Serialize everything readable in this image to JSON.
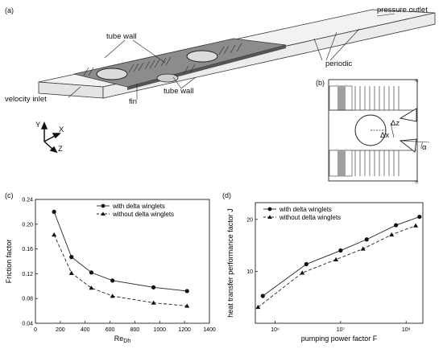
{
  "panels": {
    "a": "(a)",
    "b": "(b)",
    "c": "(c)",
    "d": "(d)"
  },
  "diagram": {
    "pressure_outlet": "pressure outlet",
    "periodic": "periodic",
    "tube_wall_top": "tube wall",
    "tube_wall_bottom": "tube wall",
    "fin": "fin",
    "velocity_inlet": "velocity inlet",
    "axis_y": "Y",
    "axis_x": "X",
    "axis_z": "Z",
    "delta_z": "Δz",
    "delta_x": "Δx",
    "alpha": "α"
  },
  "chart_data": [
    {
      "type": "line",
      "xlabel_main": "Re",
      "xlabel_sub": "Dh",
      "ylabel": "Friction factor",
      "xlim": [
        0,
        1400
      ],
      "ylim": [
        0.04,
        0.24
      ],
      "xticks": [
        0,
        200,
        400,
        600,
        800,
        1000,
        1200,
        1400
      ],
      "yticks": [
        0.04,
        0.08,
        0.12,
        0.16,
        0.2,
        0.24
      ],
      "ytick_labels": [
        "0.04",
        "0.08",
        "0.12",
        "0.16",
        "0.20",
        "0.24"
      ],
      "series": [
        {
          "name": "with delta winglets",
          "marker": "circle",
          "dash": "solid",
          "x": [
            150,
            290,
            450,
            620,
            950,
            1220
          ],
          "y": [
            0.22,
            0.147,
            0.122,
            0.109,
            0.098,
            0.092
          ]
        },
        {
          "name": "without delta winglets",
          "marker": "triangle",
          "dash": "dashed",
          "x": [
            150,
            290,
            450,
            620,
            950,
            1220
          ],
          "y": [
            0.183,
            0.121,
            0.097,
            0.084,
            0.073,
            0.068
          ]
        }
      ]
    },
    {
      "type": "line",
      "xscale": "log",
      "xlabel": "pumping power factor F",
      "ylabel": "heat transfer performance factor J",
      "yscale": "log",
      "xlim": [
        500000,
        180000000
      ],
      "ylim": [
        5,
        25
      ],
      "xticks": [
        1000000,
        10000000,
        100000000
      ],
      "xtick_labels": [
        "10⁶",
        "10⁷",
        "10⁸"
      ],
      "yticks": [
        10,
        20
      ],
      "ytick_labels": [
        "10",
        "20"
      ],
      "series": [
        {
          "name": "with delta winglets",
          "marker": "circle",
          "dash": "solid",
          "x": [
            650000,
            3000000,
            10000000,
            25000000,
            70000000,
            160000000
          ],
          "y": [
            7.2,
            11.0,
            13.2,
            15.3,
            18.5,
            20.7
          ]
        },
        {
          "name": "without delta winglets",
          "marker": "triangle",
          "dash": "dashed",
          "x": [
            550000,
            2600000,
            8500000,
            22000000,
            60000000,
            140000000
          ],
          "y": [
            6.2,
            9.8,
            11.7,
            13.5,
            16.3,
            18.4
          ]
        }
      ]
    }
  ]
}
